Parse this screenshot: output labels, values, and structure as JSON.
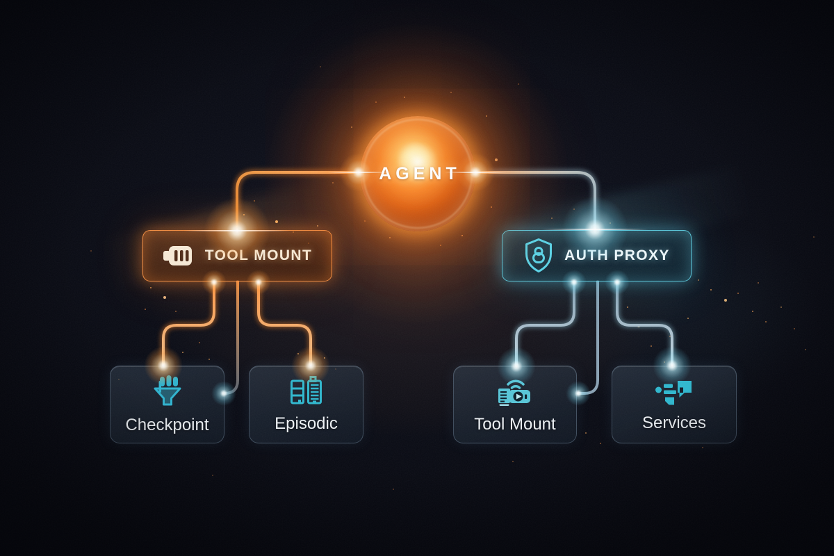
{
  "diagram": {
    "root": {
      "label": "AGENT",
      "shape": "glowing-sphere",
      "glow_color": "#ff8c2a"
    },
    "branches": [
      {
        "label": "TOOL MOUNT",
        "icon": "tool-plug-icon",
        "accent": "#ff9646",
        "children": [
          {
            "label": "Checkpoint",
            "icon": "checkpoint-funnel-icon"
          },
          {
            "label": "Episodic",
            "icon": "episodic-records-icon"
          }
        ]
      },
      {
        "label": "AUTH PROXY",
        "icon": "shield-lock-icon",
        "accent": "#58cfe4",
        "children": [
          {
            "label": "Tool Mount",
            "icon": "tool-mount-device-icon"
          },
          {
            "label": "Services",
            "icon": "services-blocks-icon"
          }
        ]
      }
    ],
    "child_icon_color": "#2fb8cf"
  }
}
